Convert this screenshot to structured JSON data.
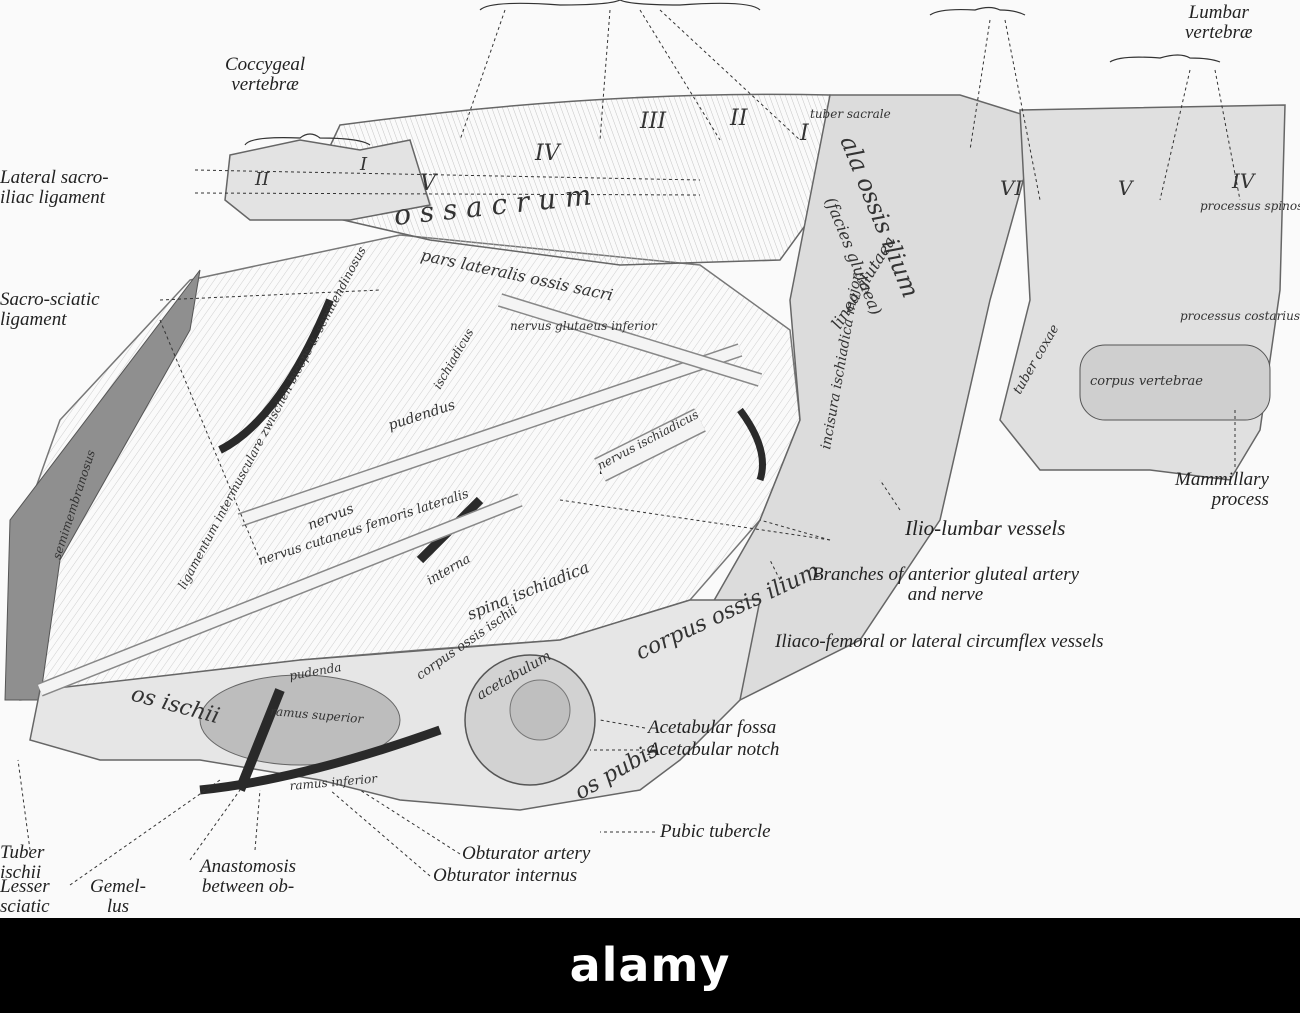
{
  "figure": {
    "labels": {
      "coccygeal": "Coccygeal\nvertebræ",
      "lumbar": "Lumbar\nvertebræ",
      "lateral_sacro": "Lateral sacro-\niliac ligament",
      "sacro_sciatic": "Sacro-sciatic\nligament",
      "mammillary": "Mammillary\nprocess",
      "ilio_lumbar": "Ilio-lumbar vessels",
      "anterior_gluteal": "Branches of anterior gluteal artery\nand nerve",
      "iliaco_femoral": "Iliaco-femoral or lateral circumflex vessels",
      "acetabular_fossa": "Acetabular fossa",
      "acetabular_notch": "Acetabular notch",
      "pubic_tubercle": "Pubic tubercle",
      "obturator_artery": "Obturator artery",
      "obturator_internus": "Obturator internus",
      "tuber_ischii": "Tuber\nischii",
      "lesser_sciatic": "Lesser\nsciatic",
      "gemellus": "Gemel-\nlus",
      "anastomosis": "Anastomosis\nbetween ob-"
    },
    "inscriptions": {
      "sacrum_numerals": [
        "V",
        "IV",
        "III",
        "II",
        "I"
      ],
      "os_sacrum": "o s  s a c r u m",
      "tuber_sacrale": "tuber sacrale",
      "coccygeal_numerals": [
        "II",
        "I"
      ],
      "lumbar_numerals": [
        "VI",
        "V",
        "IV"
      ],
      "processus_spinosus": "processus spinosus",
      "processus_costarius": "processus costarius",
      "corpus_vertebrae": "corpus vertebrae",
      "tuber_coxae": "tuber coxae",
      "ala_ossis_ilium": "ala ossis ilium",
      "facies_glutaea": "(facies glutaea)",
      "linea_glutaea": "linea glutaea",
      "incisura_ischiadica": "incisura ischiadica major",
      "pars_lateralis": "pars lateralis ossis sacri",
      "corpus_ossis_ilium": "corpus ossis ilium",
      "spina_ischiadica": "spina ischiadica",
      "corpus_ossis_ischii": "corpus ossis ischii",
      "os_ischii": "os ischii",
      "os_pubis": "os pubis",
      "acetabulum": "acetabulum",
      "ramus_superior": "ramus superior",
      "ramus_inferior": "ramus inferior",
      "nervus_glutaeus_inferior": "nervus glutaeus inferior",
      "nervus_ischiadicus": "nervus ischiadicus",
      "pudendus": "pudendus",
      "nervus": "nervus",
      "nervus_cutaneus": "nervus cutaneus femoris lateralis",
      "interna": "interna",
      "pudenda": "pudenda",
      "ligamentum": "ligamentum intermusculare zwischen biceps u. semitendinosus",
      "semimembranosus": "semimembranosus",
      "m_ischiadicus": "ischiadicus"
    }
  },
  "banner": {
    "brand": "alamy"
  },
  "colors": {
    "background": "#ffffff",
    "banner": "#000000",
    "brand_text": "#ffffff",
    "vessel": "#2a2a2a",
    "nerve": "#f4f4f4"
  }
}
